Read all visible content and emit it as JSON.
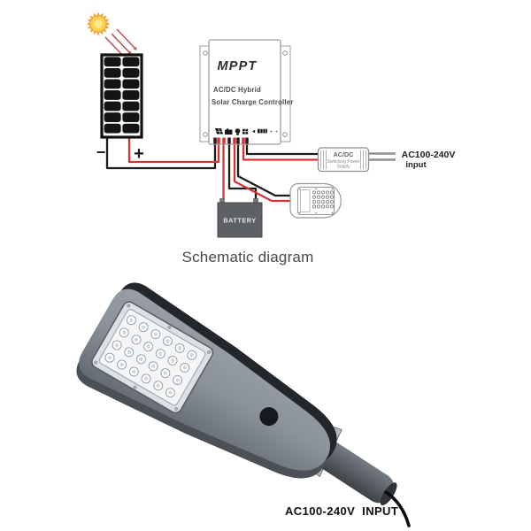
{
  "schematic": {
    "caption": "Schematic diagram",
    "panel_negative": "−",
    "panel_positive": "+",
    "controller": {
      "title": "MPPT",
      "subtitle1": "AC/DC Hybrid",
      "subtitle2": "Solar Charge Controller"
    },
    "battery_label": "BATTERY",
    "power_supply": {
      "line1": "AC/DC",
      "line2": "Switching Power",
      "line3": "Supply"
    },
    "ac_input": {
      "line1": "AC100-240V",
      "line2": "input"
    }
  },
  "product": {
    "caption": "AC100-240V  INPUT"
  },
  "icons": [
    "sun-icon",
    "solar-panel-icon",
    "mppt-controller-box",
    "solar-terminal-icon",
    "battery-terminal-icon",
    "lamp-terminal-icon",
    "load-terminal-icon",
    "striped-block-icon",
    "battery-box",
    "street-lamp-top-view-icon",
    "power-supply-box",
    "led-array",
    "light-sensor-icon",
    "mounting-pole",
    "power-cable-icon"
  ],
  "colors": {
    "wire_red": "#d63333",
    "wire_black": "#1b1b1b",
    "sun_spike": "#f2a33c",
    "sun_core": "#fbd34d",
    "ray_red": "#b5393d",
    "battery_fill": "#5d6165",
    "caption_text": "#484848",
    "label_text": "#1c1c1c"
  }
}
